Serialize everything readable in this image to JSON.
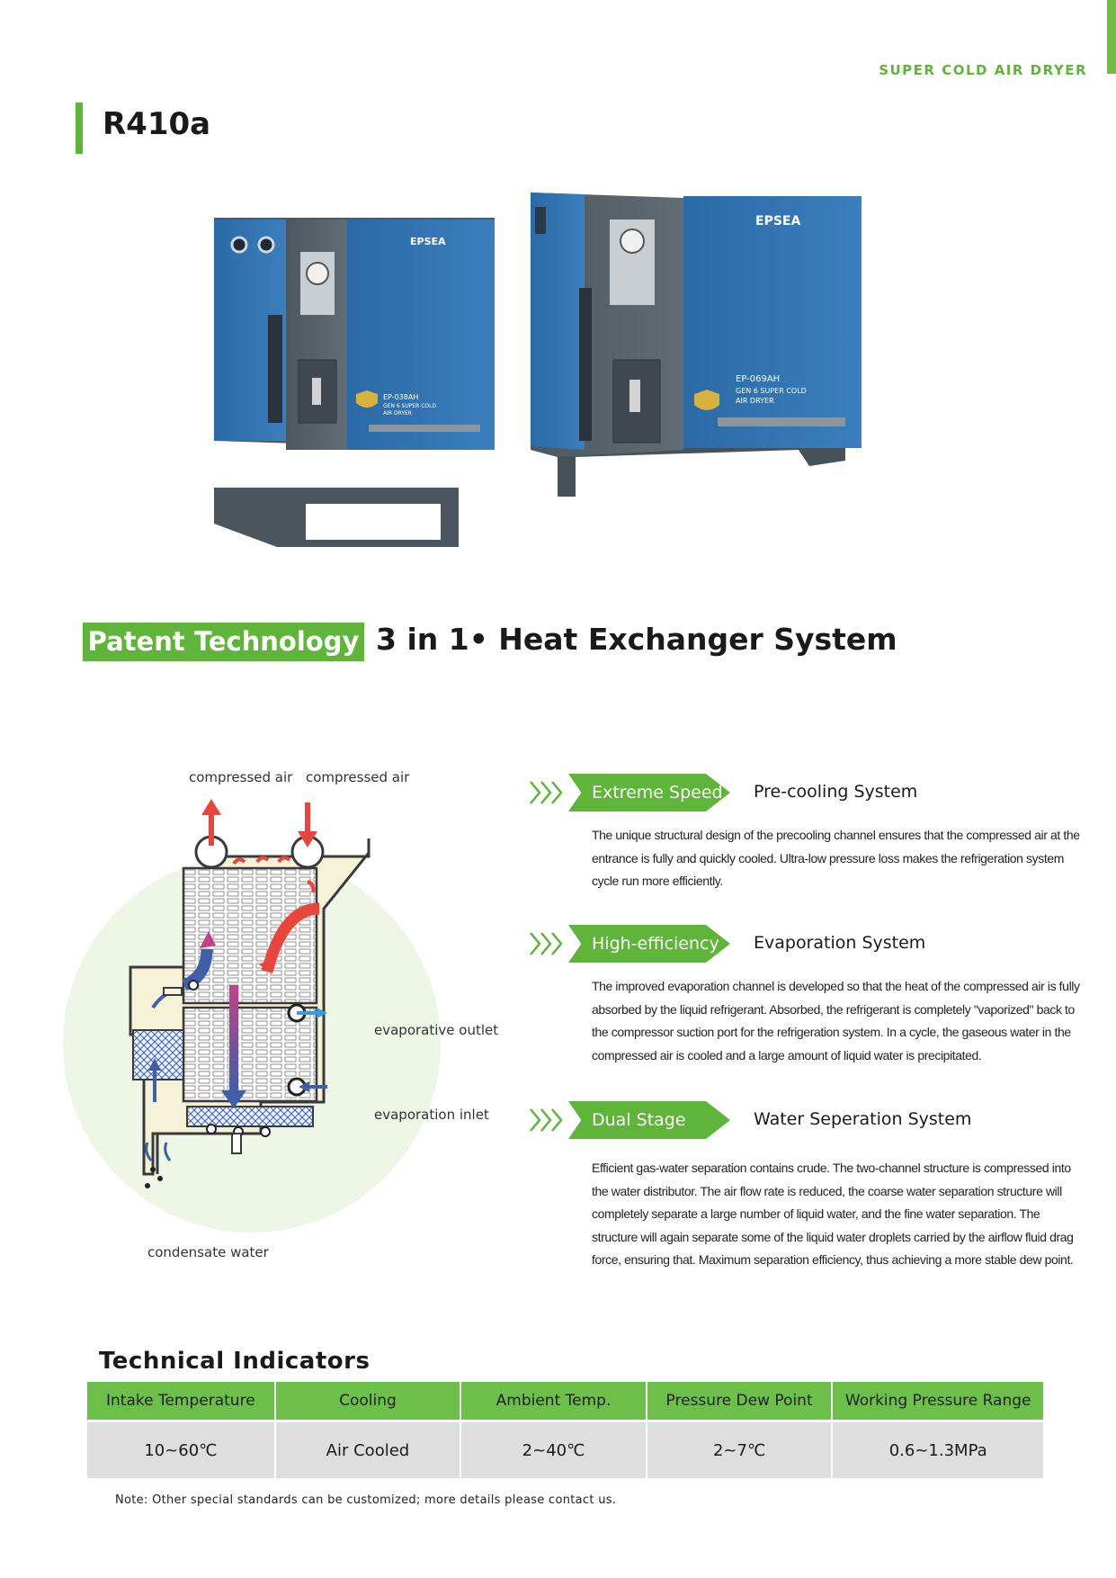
{
  "header": {
    "category": "SUPER COLD AIR DRYER",
    "refrigerant": "R410a"
  },
  "products": [
    {
      "brand": "EPSEA",
      "model": "EP-038AH",
      "line1": "GEN 6 SUPER COLD",
      "line2": "AIR DRYER"
    },
    {
      "brand": "EPSEA",
      "model": "EP-069AH",
      "line1": "GEN 6 SUPER COLD",
      "line2": "AIR DRYER"
    }
  ],
  "patent": {
    "badge": "Patent Technology",
    "heading": "3 in 1• Heat Exchanger System"
  },
  "diagram": {
    "labels": {
      "compressed_air_out": "compressed air",
      "compressed_air_in": "compressed air",
      "evaporative_outlet": "evaporative outlet",
      "evaporation_inlet": "evaporation inlet",
      "condensate_water": "condensate water"
    }
  },
  "features": [
    {
      "tag": "Extreme Speed",
      "title": "Pre-cooling System",
      "body": "The unique structural design of the precooling channel ensures that the compressed air at the entrance is fully and quickly cooled. Ultra-low pressure loss makes the refrigeration system cycle run more efficiently."
    },
    {
      "tag": "High-efficiency",
      "title": "Evaporation System",
      "body": "The improved evaporation channel is developed so that the heat of the compressed air is fully absorbed by the liquid refrigerant. Absorbed, the refrigerant is completely \"vaporized\" back to the compressor suction port for the refrigeration system. In a cycle, the gaseous water in the compressed air is cooled and a large amount of liquid water is precipitated."
    },
    {
      "tag": "Dual Stage",
      "title": "Water Seperation System",
      "body": "Efficient gas-water separation contains crude. The two-channel structure is compressed into the water distributor. The air flow rate is reduced, the coarse water separation structure will completely separate a large number of liquid water, and the fine water separation. The structure will again separate some of the liquid water droplets carried by the airflow fluid drag force, ensuring that. Maximum separation efficiency, thus achieving a more stable dew point."
    }
  ],
  "technical": {
    "title": "Technical Indicators",
    "headers": [
      "Intake Temperature",
      "Cooling",
      "Ambient Temp.",
      "Pressure Dew Point",
      "Working Pressure Range"
    ],
    "values": [
      "10~60℃",
      "Air Cooled",
      "2~40℃",
      "2~7℃",
      "0.6~1.3MPa"
    ],
    "note": "Note: Other special standards can be customized; more details please contact us."
  },
  "colors": {
    "accent_green": "#5fb43a",
    "cabinet_blue": "#2f6ea8",
    "cabinet_gray": "#55606a",
    "hot_arrow": "#e8453c",
    "cold_arrow": "#3f5fa8"
  }
}
